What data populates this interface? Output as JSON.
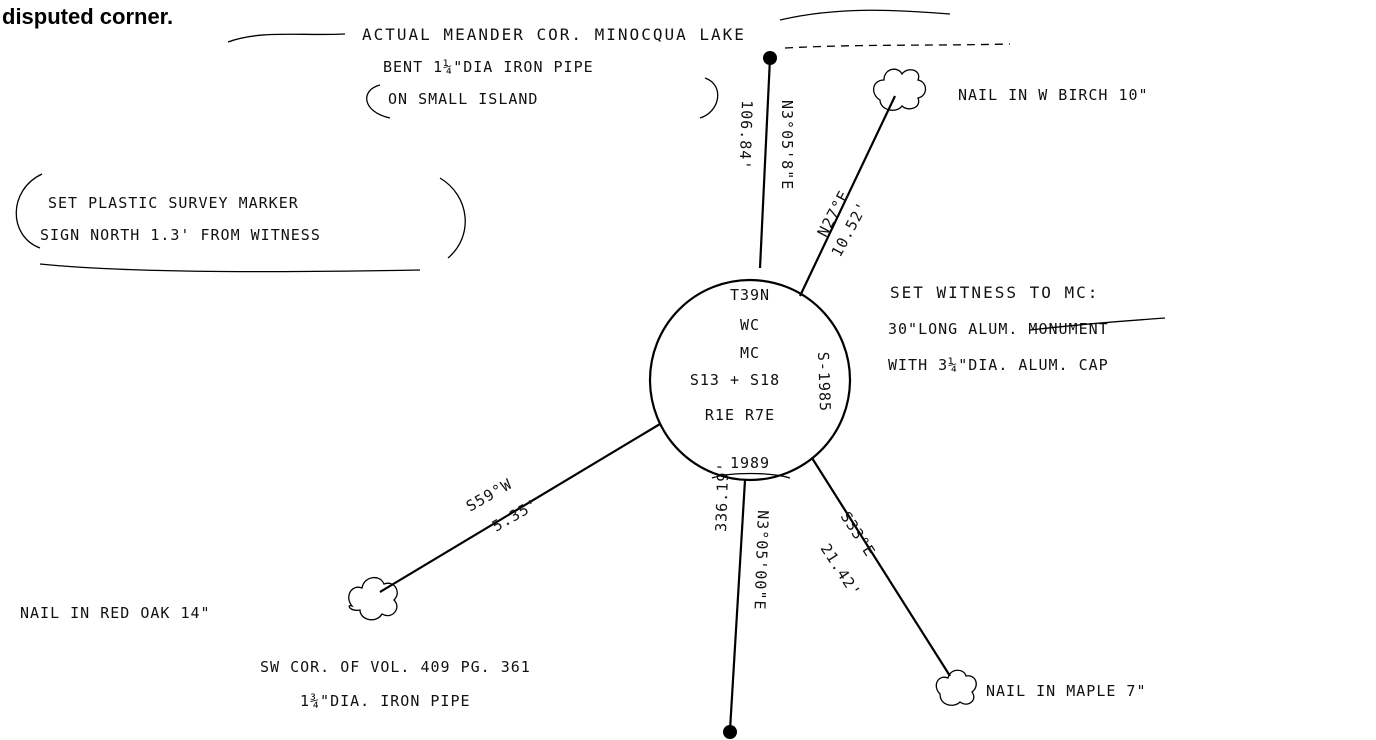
{
  "header": {
    "caption": "disputed corner."
  },
  "top": {
    "meander": "ACTUAL MEANDER COR. MINOCQUA LAKE",
    "pipe_line1": "BENT 1¼\"DIA IRON PIPE",
    "pipe_line2": "ON SMALL ISLAND",
    "bearing": "N3°05'8\"E",
    "distance": "106.84'"
  },
  "marker_note": {
    "line1": "SET PLASTIC SURVEY MARKER",
    "line2": "SIGN NORTH 1.3' FROM WITNESS"
  },
  "birch": {
    "label": "NAIL IN W BIRCH 10\"",
    "bearing": "N27°E",
    "distance": "10.52'"
  },
  "corner": {
    "l1": "T39N",
    "l2": "WC",
    "l3": "MC",
    "l4": "S13 + S18",
    "l5": "R1E R7E",
    "year": "1989",
    "side": "S-1985"
  },
  "witness_note": {
    "line1": "SET WITNESS TO MC:",
    "line2": "30\"LONG ALUM. MONUMENT",
    "line3": "WITH 3¼\"DIA. ALUM. CAP"
  },
  "red_oak": {
    "label": "NAIL IN RED OAK 14\"",
    "bearing": "S59°W",
    "distance": "5.35'"
  },
  "maple": {
    "label": "NAIL IN MAPLE 7\"",
    "bearing": "S33°E",
    "distance": "21.42'"
  },
  "bottom": {
    "bearing": "N3°05'00\"E",
    "distance": "336.19'",
    "vol_line1": "SW COR. OF VOL. 409 PG. 361",
    "vol_line2": "1¾\"DIA. IRON PIPE"
  }
}
